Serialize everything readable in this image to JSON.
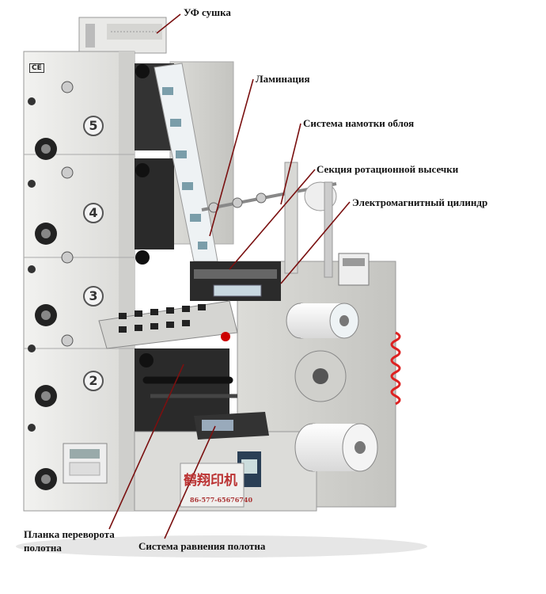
{
  "labels": {
    "uv_dryer": "УФ сушка",
    "lamination": "Ламинация",
    "waste_rewind": "Система намотки облоя",
    "rotary_die": "Секция ротационной высечки",
    "magnetic_cyl": "Электромагнитный цилиндр",
    "turn_bar_l1": "Планка переворота",
    "turn_bar_l2": "полотна",
    "web_guide": "Система равнения полотна"
  },
  "machine": {
    "units": [
      "5",
      "4",
      "3",
      "2"
    ],
    "ce_mark": "CE",
    "brand_chars": "鹤翔印机",
    "phone": "86-577-65676740"
  },
  "colors": {
    "frame": "#e8e8e6",
    "frame_shade": "#cfcfcc",
    "leader": "#7a1010",
    "roller_dark": "#222222",
    "label_red": "#b33"
  }
}
